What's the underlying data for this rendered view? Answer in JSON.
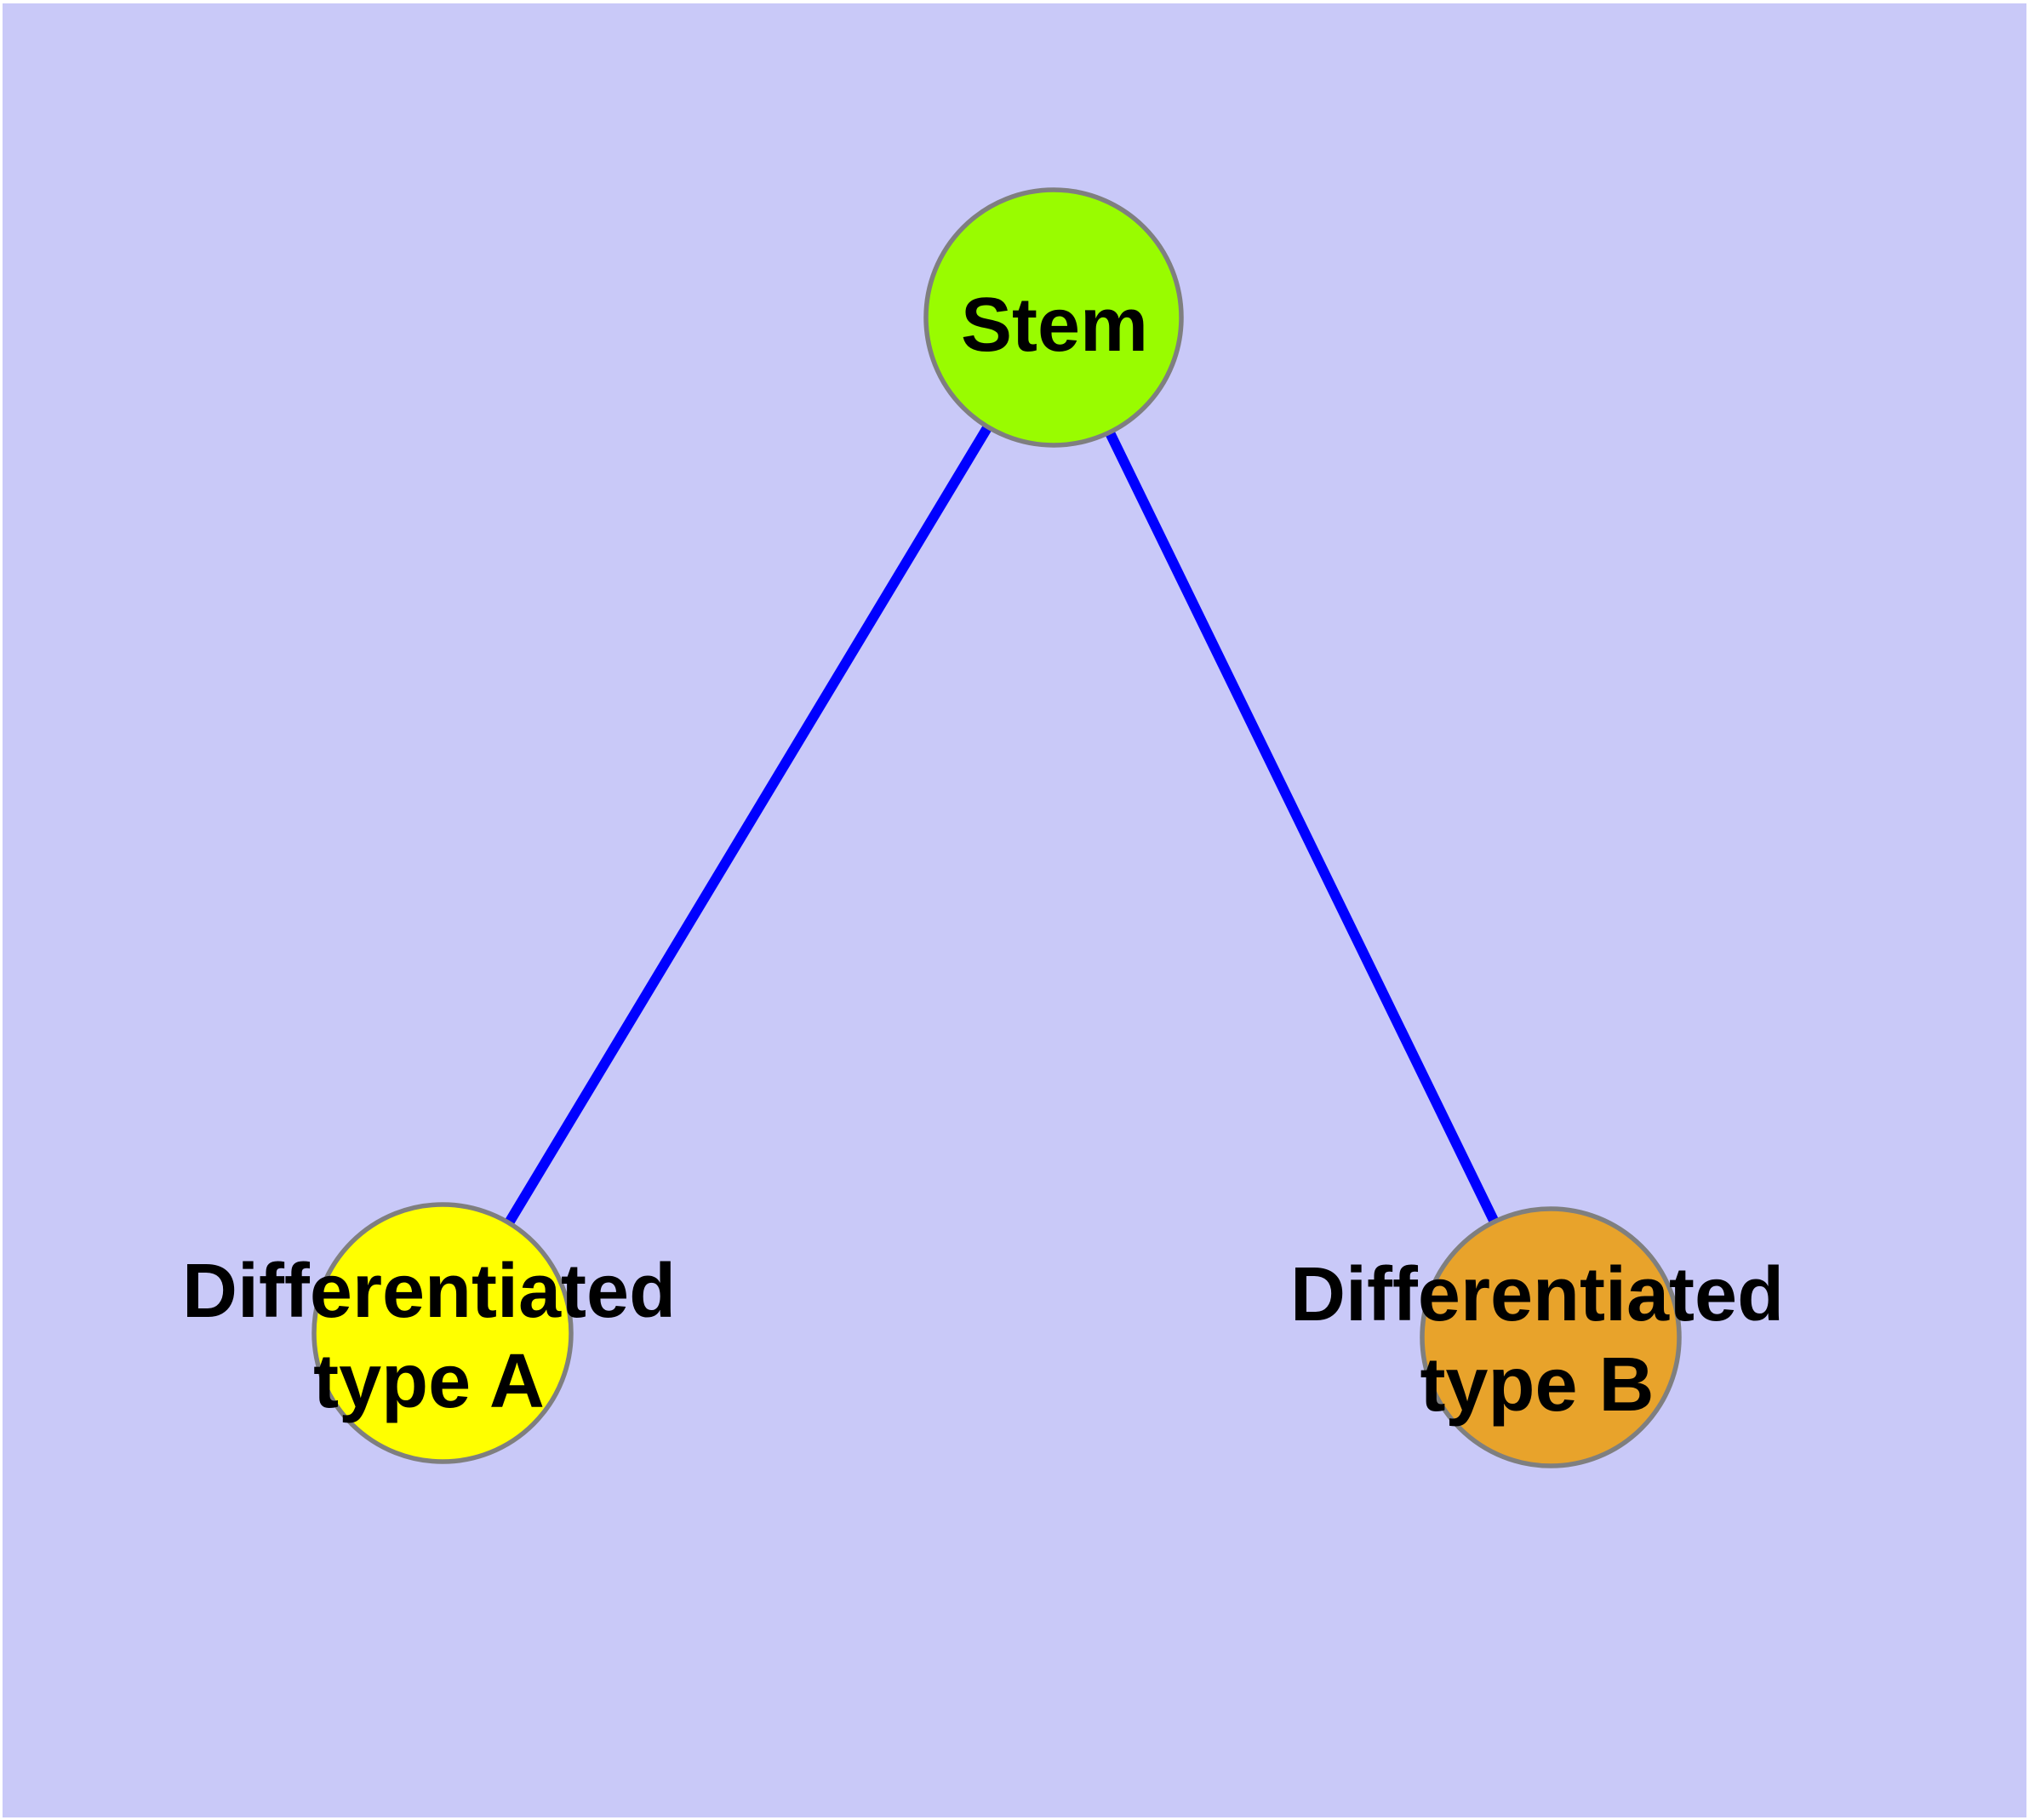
{
  "diagram": {
    "title": "",
    "background_color": "#C9C9F8",
    "frame_color": "#FFFFFF",
    "edge_color": "#0000FF",
    "node_border_color": "#7F7F7F",
    "label_color": "#000000",
    "nodes": [
      {
        "id": "stem",
        "label": "Stem",
        "label_lines": [
          "Stem"
        ],
        "color": "#99FC00"
      },
      {
        "id": "differentiated-type-a",
        "label": "Differentiated type A",
        "label_lines": [
          "Differentiated",
          "type A"
        ],
        "color": "#FFFF00"
      },
      {
        "id": "differentiated-type-b",
        "label": "Differentiated type B",
        "label_lines": [
          "Differentiated",
          "type B"
        ],
        "color": "#E8A32B"
      }
    ],
    "edges": [
      {
        "from": "Stem",
        "to": "Differentiated type A"
      },
      {
        "from": "Stem",
        "to": "Differentiated type B"
      }
    ]
  }
}
